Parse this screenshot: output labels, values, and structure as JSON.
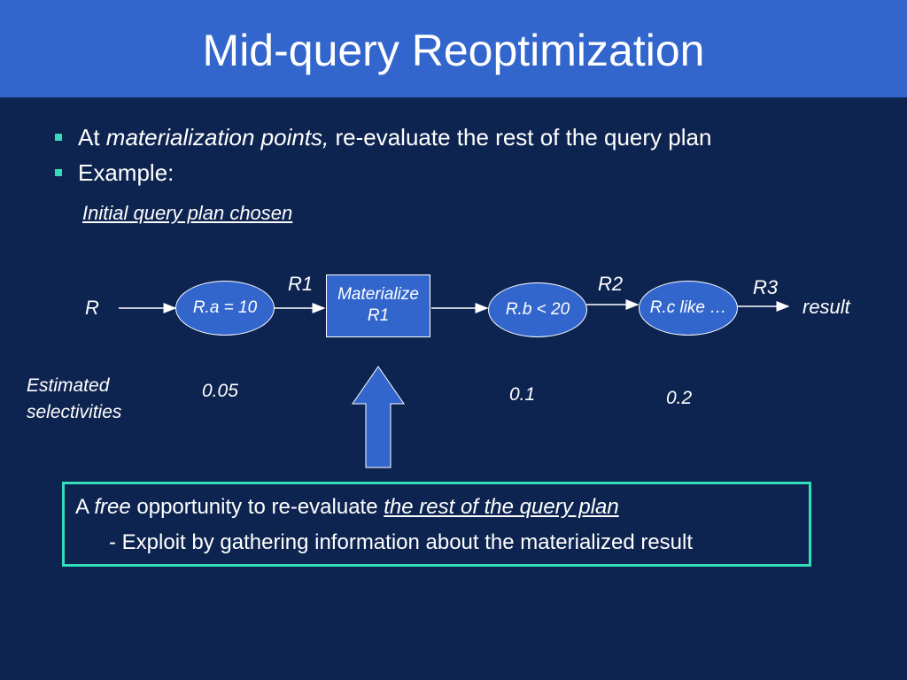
{
  "slide": {
    "title": "Mid-query Reoptimization"
  },
  "bullets": [
    {
      "prefix": "At ",
      "emphasis": "materialization points,",
      "suffix": " re-evaluate the rest of the query plan"
    },
    {
      "text": "Example:"
    }
  ],
  "diagram": {
    "subheading": "Initial query plan chosen",
    "input_label": "R",
    "nodes": {
      "filter_a": "R.a = 10",
      "materialize_line1": "Materialize",
      "materialize_line2": "R1",
      "filter_b": "R.b < 20",
      "filter_c": "R.c like …"
    },
    "edge_labels": {
      "r1": "R1",
      "r2": "R2",
      "r3": "R3"
    },
    "output_label": "result",
    "selectivity_label_line1": "Estimated",
    "selectivity_label_line2": "selectivities",
    "selectivities": {
      "filter_a": "0.05",
      "filter_b": "0.1",
      "filter_c": "0.2"
    }
  },
  "callout": {
    "prefix": "A ",
    "emphasis": "free",
    "middle": " opportunity to re-evaluate ",
    "underlined": "the rest of the query plan",
    "detail": "- Exploit by gathering information about the materialized result"
  },
  "colors": {
    "background": "#0e2450",
    "title_bar": "#3366cc",
    "node_fill": "#3366cc",
    "accent": "#33ddbb"
  }
}
